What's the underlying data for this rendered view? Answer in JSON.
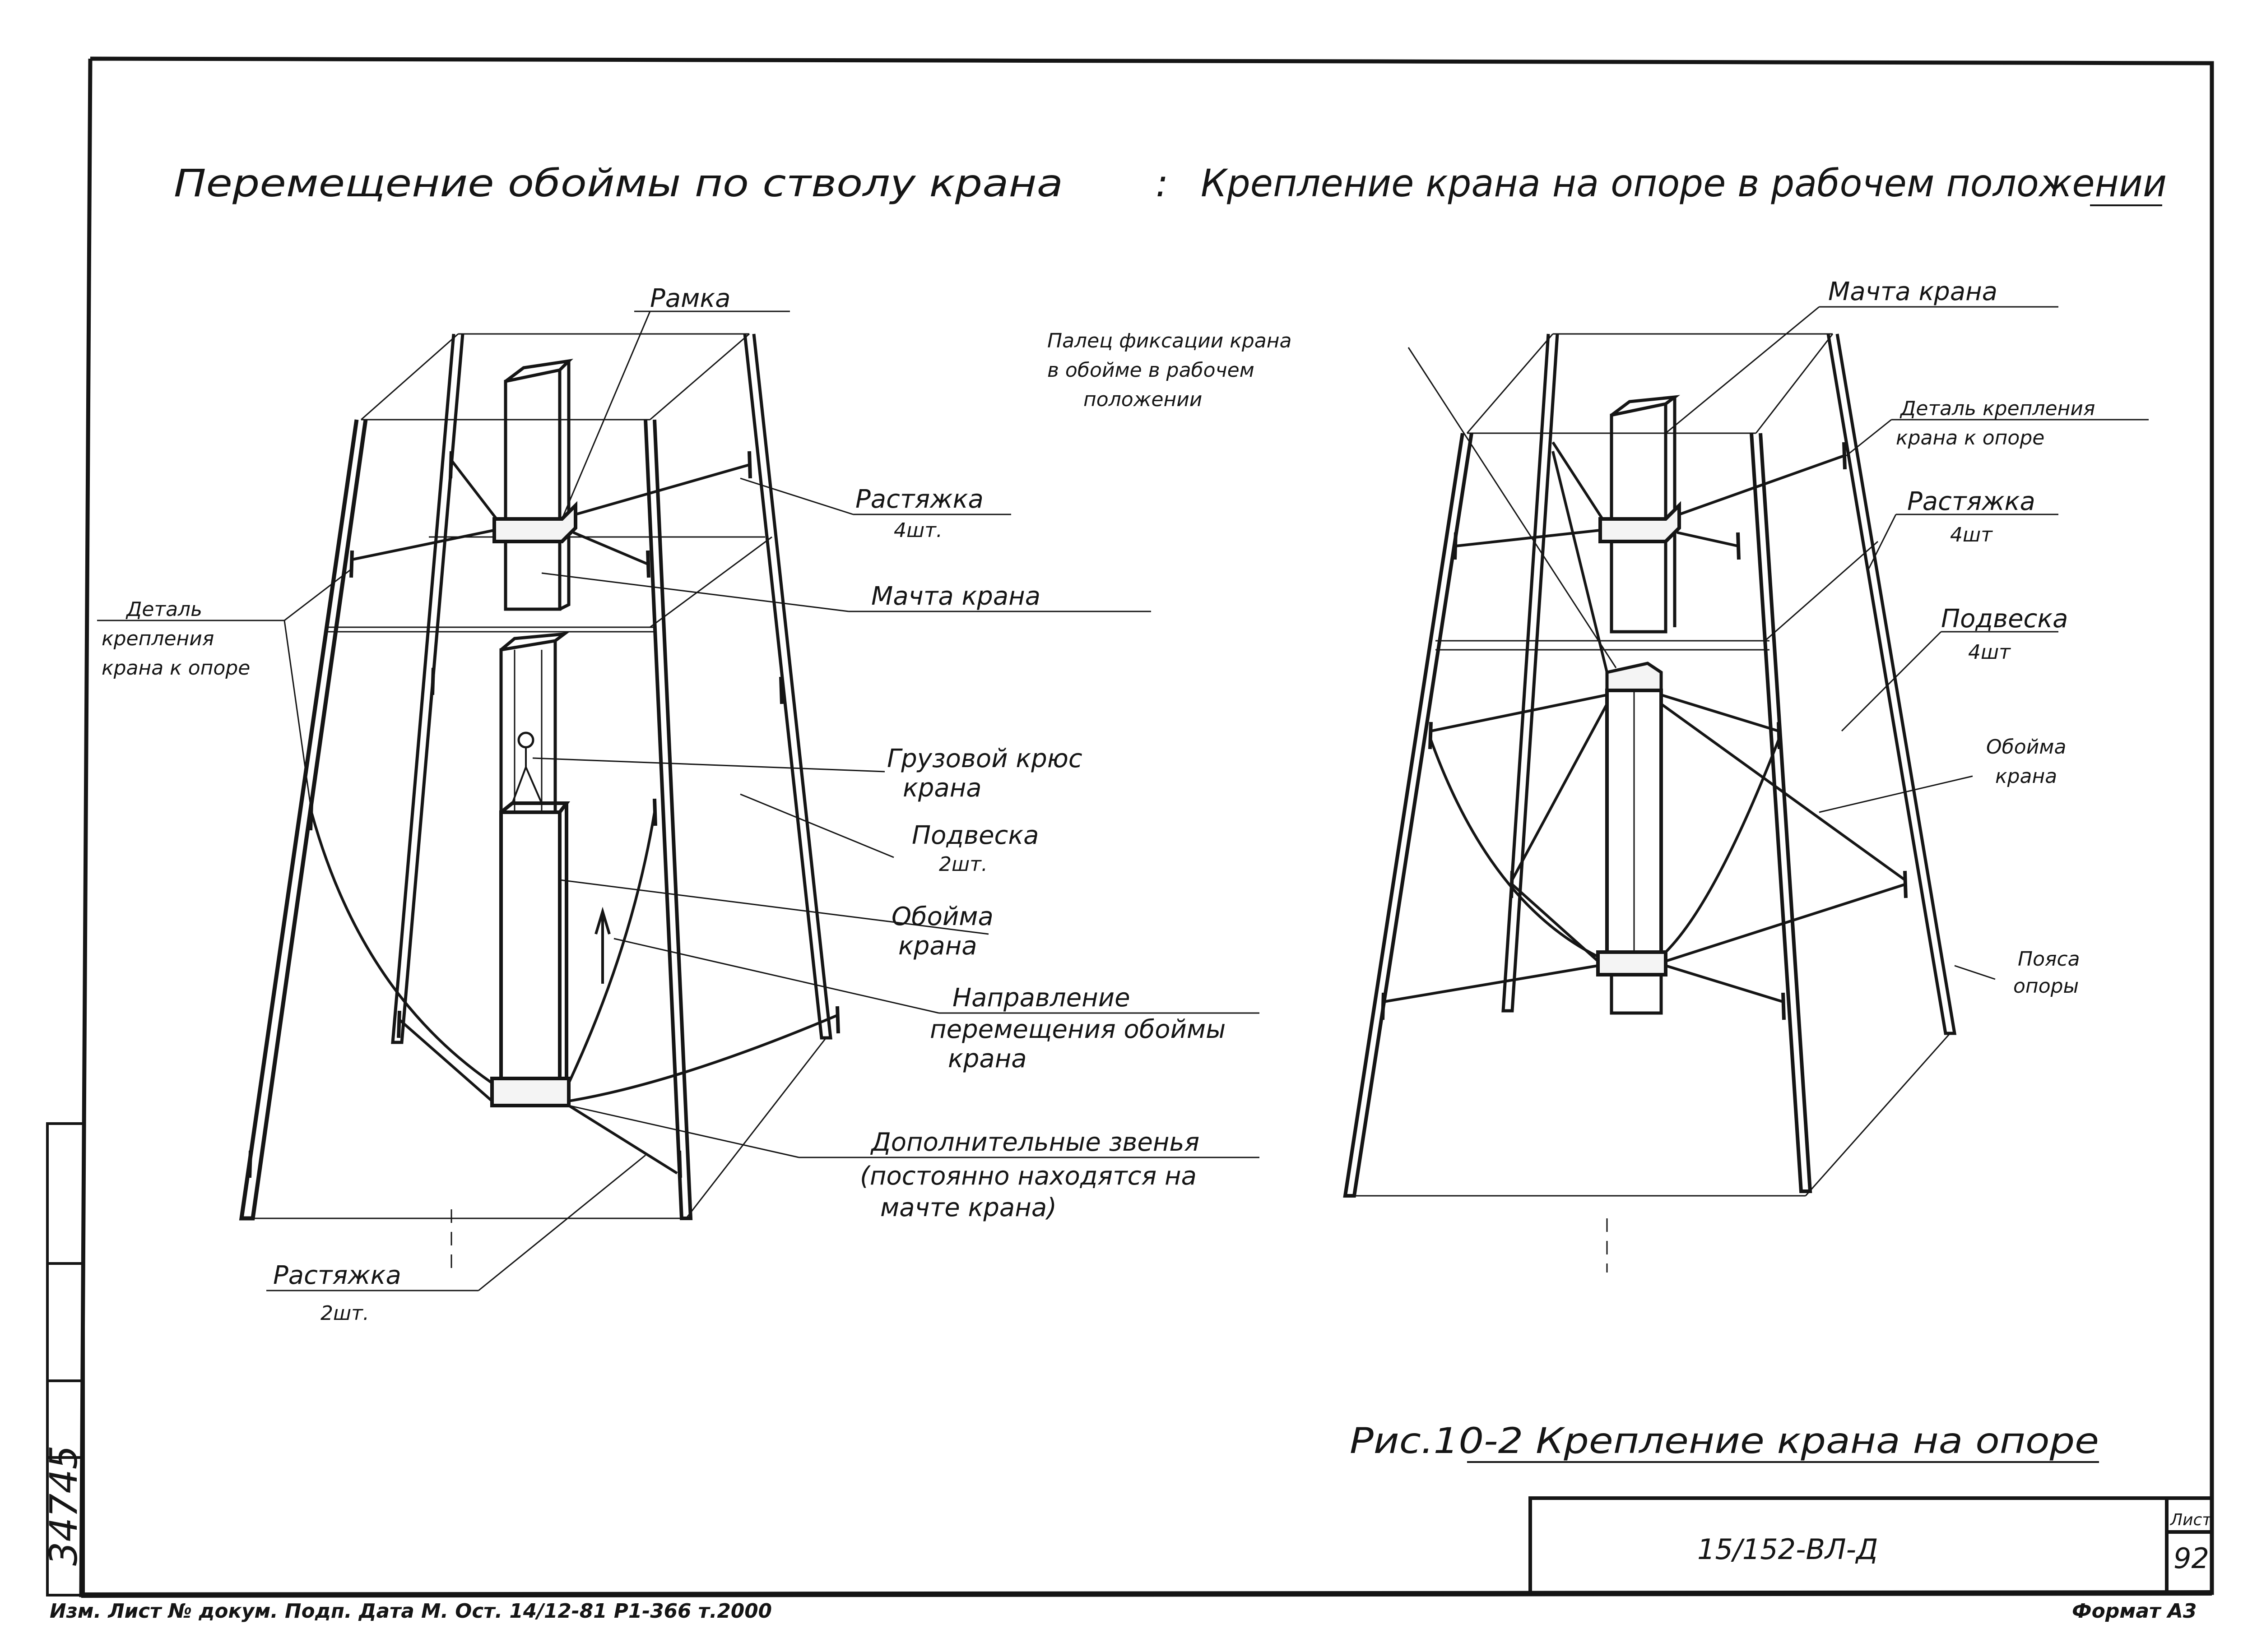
{
  "headings": {
    "left": "Перемещение обоймы по стволу крана",
    "separator": ":",
    "right": "Крепление крана на опоре в рабочем положении"
  },
  "left_view": {
    "frame": "Рамка",
    "guy": "Растяжка",
    "guy_count": "4шт.",
    "mast": "Мачта крана",
    "detail_1": "Деталь",
    "detail_2": "крепления",
    "detail_3": "крана к опоре",
    "hook_1": "Грузовой крюс",
    "hook_2": "крана",
    "hanger": "Подвеска",
    "hanger_count": "2шт.",
    "cage_1": "Обойма",
    "cage_2": "крана",
    "dir_1": "Направление",
    "dir_2": "перемещения обоймы",
    "dir_3": "крана",
    "links_1": "Дополнительные звенья",
    "links_2": "(постоянно находятся на",
    "links_3": "мачте крана)",
    "guy2": "Растяжка",
    "guy2_count": "2шт."
  },
  "right_view": {
    "mast": "Мачта крана",
    "pin_1": "Палец фиксации крана",
    "pin_2": "в обойме в рабочем",
    "pin_3": "положении",
    "detail_1": "Деталь крепления",
    "detail_2": "крана к опоре",
    "guy": "Растяжка",
    "guy_count": "4шт",
    "hanger": "Подвеска",
    "hanger_count": "4шт",
    "cage_1": "Обойма",
    "cage_2": "крана",
    "belt_1": "Пояса",
    "belt_2": "опоры"
  },
  "caption": "Рис.10-2 Крепление крана на опоре",
  "title_block": {
    "code": "15/152-ВЛ-Д",
    "sheet_label": "Лист",
    "sheet_number": "92"
  },
  "side_stamp": {
    "inventory": "34745"
  },
  "footer": {
    "left_note": "Изм. Лист № докум. Подп. Дата М. Ост. 14/12-81 Р1-366 т.2000",
    "format": "Формат А3"
  },
  "colors": {
    "ink": "#151515",
    "paper": "#ffffff"
  }
}
